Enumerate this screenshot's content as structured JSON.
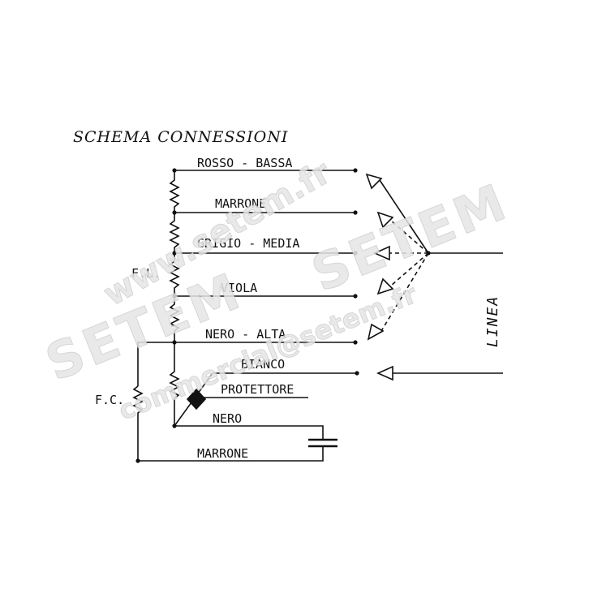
{
  "title": "SCHEMA CONNESSIONI",
  "colors": {
    "ink": "#111111",
    "watermark": "#d8d8d8"
  },
  "labels": {
    "rosso_bassa": "ROSSO - BASSA",
    "marrone_top": "MARRONE",
    "grigio_media": "GRIGIO - MEDIA",
    "viola": "VIOLA",
    "nero_alta": "NERO - ALTA",
    "bianco": "BIANCO",
    "protettore": "PROTETTORE",
    "nero": "NERO",
    "marrone_bottom": "MARRONE",
    "fl": "F.L.",
    "fc": "F.C.",
    "linea": "LINEA"
  },
  "watermark": {
    "url": "www.setem.fr",
    "brand": "SETEM",
    "brand2": "SETEM",
    "email": "commercial@setem.fr"
  }
}
